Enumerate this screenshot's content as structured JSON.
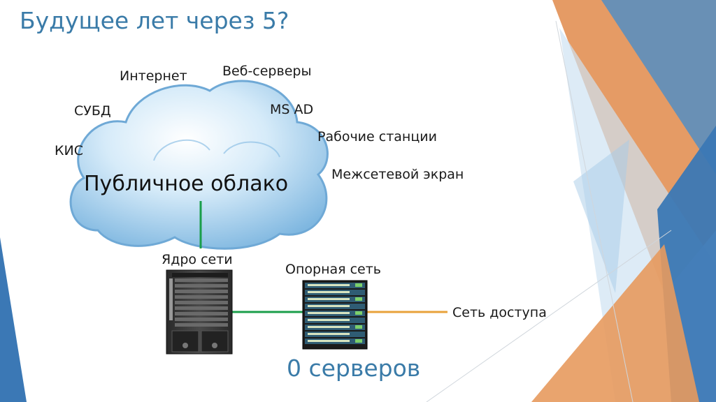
{
  "slide": {
    "title": "Будущее лет через 5?",
    "cloud_label": "Публичное облако",
    "services": {
      "internet": "Интернет",
      "web_servers": "Веб-серверы",
      "dbms": "СУБД",
      "ms_ad": "MS AD",
      "kis": "КИС",
      "workstations": "Рабочие станции",
      "firewall": "Межсетевой экран"
    },
    "core_label": "Ядро сети",
    "backbone_label": "Опорная сеть",
    "access_label": "Сеть доступа",
    "servers_count": "0 серверов"
  },
  "colors": {
    "title": "#3a7ba8",
    "green_link": "#1a9e4a",
    "orange_link": "#e8a23a",
    "cloud": "#a9d2ee",
    "deco_orange": "#e08a4a",
    "deco_blue": "#3b78b5"
  }
}
